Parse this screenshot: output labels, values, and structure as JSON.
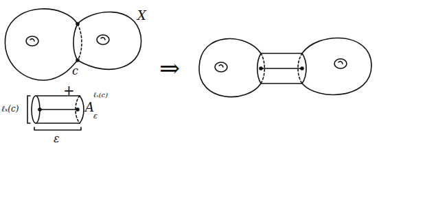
{
  "diagram": {
    "labels": [
      "X",
      "c",
      "+",
      "ℓₓ(c)",
      "A",
      "ℓₓ(c)",
      "ε",
      "ε",
      "⇒"
    ]
  }
}
